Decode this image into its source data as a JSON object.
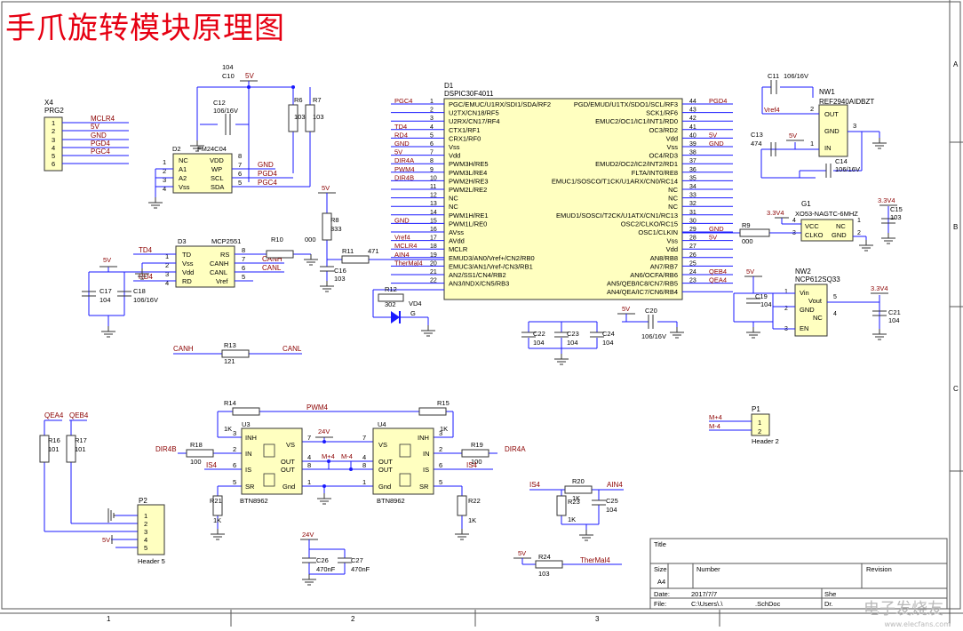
{
  "title": "手爪旋转模块原理图",
  "border": {
    "cols": [
      "1",
      "2",
      "3"
    ],
    "rows": [
      "A",
      "B",
      "C"
    ]
  },
  "x4": {
    "ref": "X4",
    "part": "PRG2",
    "pins": [
      "1",
      "2",
      "3",
      "4",
      "5",
      "6"
    ],
    "nets": [
      "MCLR4",
      "5V",
      "GND",
      "PGD4",
      "PGC4"
    ]
  },
  "d2": {
    "ref": "D2",
    "part": "FM24C04",
    "left": [
      "NC",
      "A1",
      "A2",
      "Vss"
    ],
    "left_nums": [
      "1",
      "2",
      "3",
      "4"
    ],
    "right": [
      "VDD",
      "WP",
      "SCL",
      "SDA"
    ],
    "right_nums": [
      "8",
      "7",
      "6",
      "5"
    ],
    "nets": [
      "GND",
      "PGD4",
      "PGC4"
    ]
  },
  "top_power": {
    "c10": "C10",
    "c10_val": "104",
    "c12": "C12",
    "c12_val": "106/16V",
    "v5": "5V",
    "r6": "R6",
    "r6_val": "103",
    "r7": "R7",
    "r7_val": "103"
  },
  "d1": {
    "ref": "D1",
    "part": "DSPIC30F4011",
    "left": [
      "PGC/EMUC/U1RX/SDI1/SDA/RF2",
      "U2TX/CN18/RF5",
      "U2RX/CN17/RF4",
      "CTX1/RF1",
      "CRX1/RF0",
      "Vss",
      "Vdd",
      "PWM3H/RE5",
      "PWM3L/RE4",
      "PWM2H/RE3",
      "PWM2L/RE2",
      "NC",
      "NC",
      "PWM1H/RE1",
      "PWM1L/RE0",
      "AVss",
      "AVdd",
      "MCLR",
      "EMUD3/AN0/Vref+/CN2/RB0",
      "EMUC3/AN1/Vref-/CN3/RB1",
      "AN2/SS1/CN4/RB2",
      "AN3/INDX/CN5/RB3"
    ],
    "left_nums": [
      "1",
      "2",
      "3",
      "4",
      "5",
      "6",
      "7",
      "8",
      "9",
      "10",
      "11",
      "12",
      "13",
      "14",
      "15",
      "16",
      "17",
      "18",
      "19",
      "20",
      "21",
      "22"
    ],
    "left_nets": [
      "PGC4",
      "",
      "",
      "TD4",
      "RD4",
      "GND",
      "5V",
      "DIR4A",
      "PWM4",
      "DIR4B",
      "",
      "",
      "",
      "",
      "GND",
      "",
      "Vref4",
      "MCLR4",
      "AIN4",
      "TherMal4",
      "",
      ""
    ],
    "right": [
      "PGD/EMUD/U1TX/SDO1/SCL/RF3",
      "SCK1/RF6",
      "EMUC2/OC1/IC1/INT1/RD0",
      "OC3/RD2",
      "Vdd",
      "Vss",
      "OC4/RD3",
      "EMUD2/OC2/IC2/INT2/RD1",
      "FLTA/INT0/RE8",
      "EMUC1/SOSCO/T1CK/U1ARX/CN0/RC14",
      "NC",
      "NC",
      "NC",
      "EMUD1/SOSCI/T2CK/U1ATX/CN1/RC13",
      "OSC2/CLKO/RC15",
      "OSC1/CLKIN",
      "Vss",
      "Vdd",
      "AN8/RB8",
      "AN7/RB7",
      "AN6/OCFA/RB6",
      "AN5/QEB/IC8/CN7/RB5",
      "AN4/QEA/IC7/CN6/RB4"
    ],
    "right_nums": [
      "44",
      "43",
      "42",
      "41",
      "40",
      "39",
      "38",
      "37",
      "36",
      "35",
      "34",
      "33",
      "32",
      "31",
      "30",
      "29",
      "28",
      "27",
      "26",
      "25",
      "24",
      "23",
      ""
    ],
    "right_nets": [
      "PGD4",
      "",
      "",
      "",
      "5V",
      "GND",
      "",
      "",
      "",
      "",
      "",
      "",
      "",
      "",
      "",
      "GND",
      "5V",
      "",
      "",
      "",
      "QEB4",
      "QEA4",
      ""
    ]
  },
  "nw1": {
    "ref": "NW1",
    "part": "REF2940AIDBZT",
    "pins": [
      "OUT",
      "GND",
      "IN"
    ],
    "nums": [
      "2",
      "3",
      "1"
    ],
    "net": "Vref4",
    "c11": "C11",
    "c11_val": "106/16V",
    "c13": "C13",
    "c13_val": "474",
    "c14": "C14",
    "c14_val": "106/16V",
    "v5": "5V"
  },
  "g1": {
    "ref": "G1",
    "part": "XO53-NAGTC-6MHZ",
    "left": [
      "VCC",
      "CLKO"
    ],
    "right": [
      "NC",
      "GND"
    ],
    "nums": [
      "4",
      "3",
      "1",
      "2"
    ],
    "v33": "3.3V4",
    "r9": "R9",
    "r9_val": "000",
    "c15": "C15",
    "c15_val": "103",
    "v33b": "3.3V4"
  },
  "d3": {
    "ref": "D3",
    "part": "MCP2551",
    "left": [
      "TD",
      "Vss",
      "Vdd",
      "RD"
    ],
    "left_nums": [
      "1",
      "2",
      "3",
      "4"
    ],
    "right": [
      "RS",
      "CANH",
      "CANL",
      "Vref"
    ],
    "right_nums": [
      "8",
      "7",
      "6",
      "5"
    ],
    "nets": [
      "TD4",
      "RD4",
      "CANH",
      "CANL"
    ],
    "r10": "R10",
    "r10_val": "000",
    "c17": "C17",
    "c17_val": "104",
    "c18": "C18",
    "c18_val": "106/16V",
    "v5": "5V"
  },
  "mid": {
    "r8": "R8",
    "r8_val": "333",
    "v5": "5V",
    "r11": "R11",
    "r11_val": "471",
    "c16": "C16",
    "c16_val": "103",
    "r12": "R12",
    "r12_val": "302",
    "vd4": "VD4",
    "g": "G"
  },
  "r13": {
    "ref": "R13",
    "val": "121",
    "a": "CANH",
    "b": "CANL"
  },
  "nw2": {
    "ref": "NW2",
    "part": "NCP612SQ33",
    "left": [
      "Vin",
      "GND",
      "EN"
    ],
    "right": [
      "Vout",
      "NC"
    ],
    "nums": [
      "1",
      "2",
      "3",
      "5",
      "4"
    ],
    "v5": "5V",
    "c19": "C19",
    "c19_val": "104",
    "c21": "C21",
    "c21_val": "104",
    "v33": "3.3V4"
  },
  "caps_row": {
    "c22": "C22",
    "c22_val": "104",
    "c23": "C23",
    "c23_val": "104",
    "c24": "C24",
    "c24_val": "104",
    "c20": "C20",
    "c20_val": "106/16V",
    "v5": "5V"
  },
  "bridge": {
    "u3": "U3",
    "u3_part": "BTN8962",
    "u4": "U4",
    "u4_part": "BTN8962",
    "u3_left": [
      "INH",
      "IN",
      "IS",
      "SR"
    ],
    "u3_right": [
      "VS",
      "OUT",
      "OUT",
      "Gnd"
    ],
    "u4_left": [
      "VS",
      "OUT",
      "OUT",
      "Gnd"
    ],
    "u4_right": [
      "INH",
      "IN",
      "IS",
      "SR"
    ],
    "pins_u3_left": [
      "3",
      "2",
      "6",
      "5"
    ],
    "pins_u3_right": [
      "7",
      "4",
      "8",
      "1"
    ],
    "pins_u4_left": [
      "7",
      "4",
      "8",
      "1"
    ],
    "pins_u4_right": [
      "3",
      "2",
      "6",
      "5"
    ],
    "r14": "R14",
    "r14_val": "1K",
    "r15": "R15",
    "r15_val": "1K",
    "pwm": "PWM4",
    "r18": "R18",
    "r18_val": "100",
    "r19": "R19",
    "r19_val": "100",
    "dir_b": "DIR4B",
    "dir_a": "DIR4A",
    "is4": "IS4",
    "v24": "24V",
    "mplus": "M+4",
    "mminus": "M-4",
    "r21": "R21",
    "r21_val": "1K",
    "r22": "R22",
    "r22_val": "1K"
  },
  "qe": {
    "qea": "QEA4",
    "qeb": "QEB4",
    "r16": "R16",
    "r16_val": "101",
    "r17": "R17",
    "r17_val": "101",
    "p2": "P2",
    "p2_part": "Header 5",
    "v5": "5V",
    "pins": [
      "1",
      "2",
      "3",
      "4",
      "5"
    ]
  },
  "p1": {
    "ref": "P1",
    "part": "Header 2",
    "nets": [
      "M+4",
      "M-4"
    ],
    "pins": [
      "1",
      "2"
    ]
  },
  "ain": {
    "is4": "IS4",
    "r20": "R20",
    "r20_val": "1K",
    "r23": "R23",
    "r23_val": "1K",
    "c25": "C25",
    "c25_val": "104",
    "ain": "AIN4"
  },
  "bulk": {
    "v24": "24V",
    "c26": "C26",
    "c26_val": "470nF",
    "c27": "C27",
    "c27_val": "470nF"
  },
  "therm": {
    "v5": "5V",
    "r24": "R24",
    "r24_val": "103",
    "net": "TherMal4"
  },
  "titleblock": {
    "title_label": "Title",
    "size_label": "Size",
    "size": "A4",
    "number_label": "Number",
    "revision_label": "Revision",
    "date_label": "Date:",
    "date": "2017/7/7",
    "file_label": "File:",
    "file": "C:\\Users\\.\\",
    "file2": ".SchDoc",
    "sheet": "She",
    "drawn": "Dr."
  },
  "watermark": "电子发烧友",
  "watermark_url": "www.elecfans.com",
  "colors": {
    "wire": "#1a1aff",
    "net": "#8b0000",
    "body": "#ffffc0",
    "title": "#e60012"
  }
}
